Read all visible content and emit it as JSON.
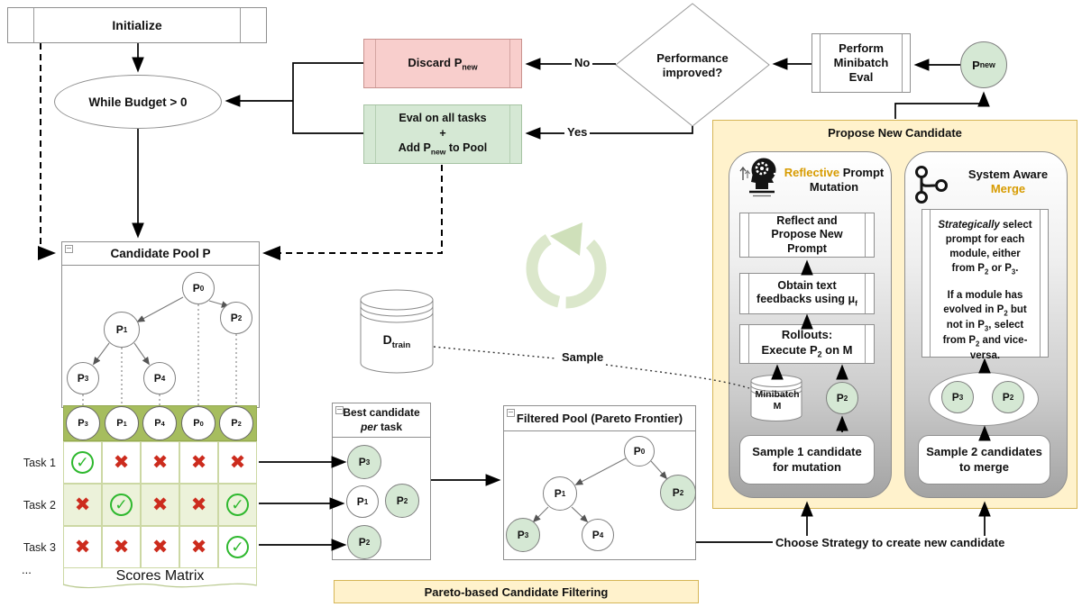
{
  "colors": {
    "pink_fill": "#f8cecc",
    "green_fill": "#d5e8d4",
    "yellow_fill": "#fff2cc",
    "yellow_border": "#d6b656",
    "olive_header": "#a6bd5e",
    "orange_text": "#d79b00",
    "check_green": "#2eb82e",
    "cross_red": "#cc2b1d",
    "loop_watermark": "#dbe7cb"
  },
  "flow": {
    "initialize": "Initialize",
    "while_budget": "While Budget > 0",
    "discard": "Discard P_{new}",
    "eval_l1": "Eval on all tasks",
    "eval_l2": "+",
    "eval_l3": "Add P_{new} to Pool",
    "no": "No",
    "yes": "Yes",
    "decision_l1": "Performance",
    "decision_l2": "improved?",
    "minibatch_eval_l1": "Perform",
    "minibatch_eval_l2": "Minibatch",
    "minibatch_eval_l3": "Eval",
    "p_new": "P_{new}"
  },
  "pool": {
    "title": "Candidate Pool P",
    "p0": "P_{0}",
    "p1": "P_{1}",
    "p2": "P_{2}",
    "p3": "P_{3}",
    "p4": "P_{4}"
  },
  "dtrain": {
    "label": "D_{train}",
    "sample": "Sample"
  },
  "matrix": {
    "columns": [
      "P_{3}",
      "P_{1}",
      "P_{4}",
      "P_{0}",
      "P_{2}"
    ],
    "row_labels": [
      "Task 1",
      "Task 2",
      "Task 3"
    ],
    "cells": [
      [
        "check",
        "cross",
        "cross",
        "cross",
        "cross"
      ],
      [
        "cross",
        "check",
        "cross",
        "cross",
        "check"
      ],
      [
        "cross",
        "cross",
        "cross",
        "cross",
        "check"
      ]
    ],
    "ellipsis": "...",
    "caption": "Scores Matrix"
  },
  "best": {
    "title_l1": "Best candidate",
    "title_l2_italic": "per",
    "title_l2_rest": " task",
    "c1": "P_{3}",
    "c2": "P_{1}",
    "c3": "P_{2}",
    "c4": "P_{2}"
  },
  "filtered": {
    "title": "Filtered Pool (Pareto Frontier)",
    "p0": "P_{0}",
    "p1": "P_{1}",
    "p2": "P_{2}",
    "p3": "P_{3}",
    "p4": "P_{4}"
  },
  "pareto_banner": "Pareto-based Candidate Filtering",
  "choose_strategy": "Choose Strategy to create new candidate",
  "propose": {
    "title": "Propose New Candidate",
    "mutation": {
      "title_orange": "Reflective",
      "title_rest": " Prompt",
      "title_l2": "Mutation",
      "step_top": "Reflect and Propose New Prompt",
      "step_mid": "Obtain text feedbacks using μ_{f}",
      "step_bottom_l1": "Rollouts:",
      "step_bottom_l2": "Execute P_{2} on M",
      "minibatch_l1": "Minibatch",
      "minibatch_l2": "M",
      "p2": "P_{2}",
      "action": "Sample 1 candidate for mutation"
    },
    "merge": {
      "title_l1": "System Aware",
      "title_orange": "Merge",
      "desc_italic": "Strategically",
      "desc_rest": " select prompt for each module, either from P_{2} or P_{3}.",
      "desc_para2": "If a module has evolved in P_{2} but not in P_{3}, select from P_{2} and vice-versa.",
      "p3": "P_{3}",
      "p2": "P_{2}",
      "action": "Sample 2 candidates to merge"
    }
  }
}
